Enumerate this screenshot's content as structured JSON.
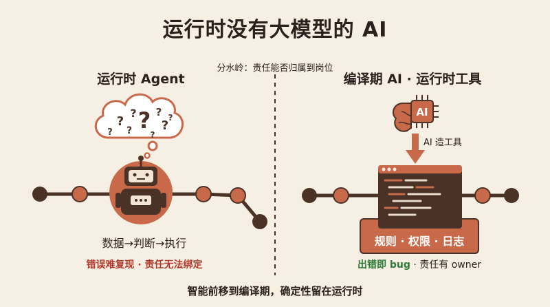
{
  "title": "运行时没有大模型的 AI",
  "subtitle": "分水岭：责任能否归属到岗位",
  "left": {
    "heading": "运行时 Agent",
    "thought_marks": [
      "?",
      "?",
      "?",
      "?",
      "?",
      "?",
      "?",
      "?",
      "?"
    ],
    "caption": "数据→判断→执行",
    "warning": "错误难复现 · 责任无法绑定"
  },
  "right": {
    "heading": "编译期 AI · 运行时工具",
    "chip_label": "AI",
    "arrow_label": "AI 造工具",
    "panel_label": "规则 · 权限 · 日志",
    "ok_green": "出错即 bug",
    "ok_rest": " · 责任有 owner"
  },
  "footer": "智能前移到编译期，确定性留在运行时",
  "colors": {
    "accent": "#c8694a",
    "dark": "#4a3226",
    "background": "#f6efe4",
    "warning": "#b23a2a",
    "ok": "#2c7a37"
  }
}
